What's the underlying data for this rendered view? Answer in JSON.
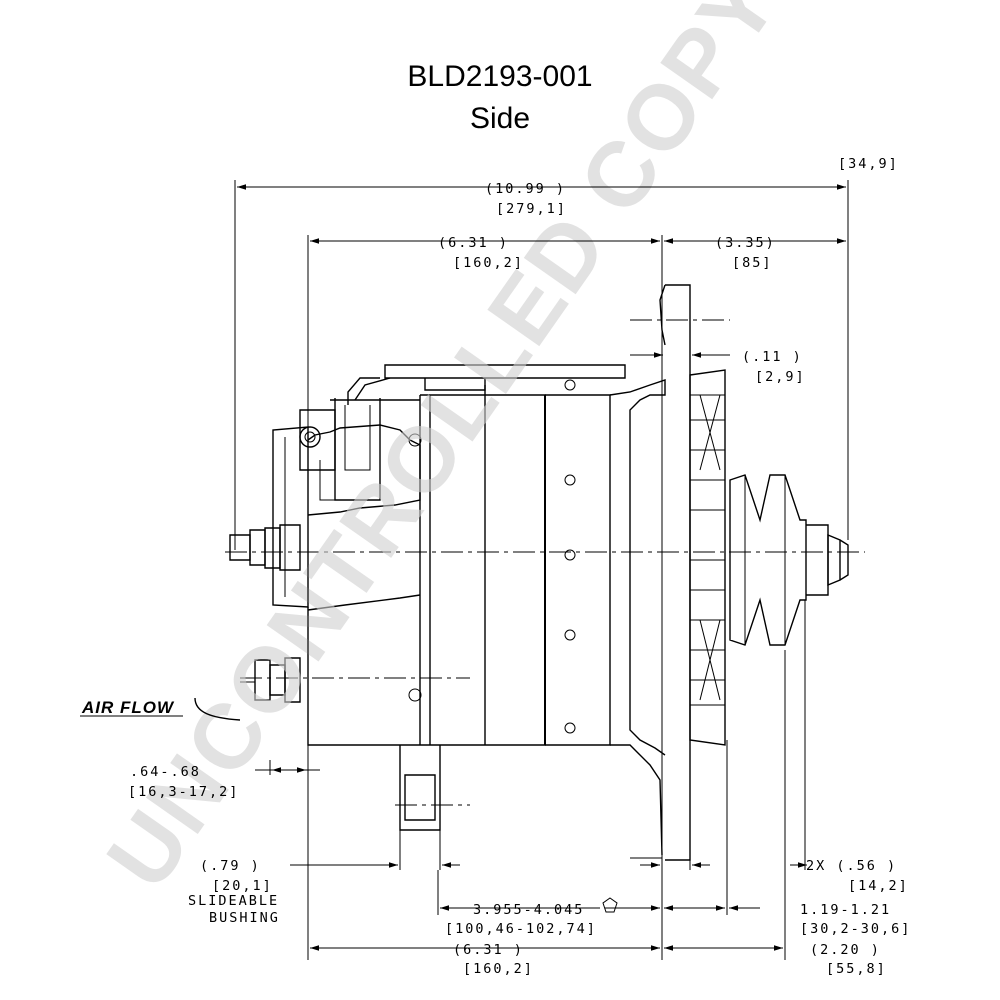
{
  "title": {
    "part_number": "BLD2193-001",
    "view": "Side"
  },
  "watermark": "UNCONTROLLED COPY",
  "air_flow_label": "AIR FLOW",
  "dimensions": {
    "overall_length": {
      "imperial": "(10.99    )",
      "metric": "[279,1]"
    },
    "body_to_pulley": {
      "imperial": "(6.31    )",
      "metric": "[160,2]"
    },
    "pulley_to_end": {
      "imperial": "(3.35)",
      "metric": "[85]"
    },
    "end_extension": {
      "metric": "[34,9]"
    },
    "small_gap": {
      "imperial": "(.11    )",
      "metric": "[2,9]"
    },
    "flange_thickness": {
      "imperial": ".64-.68",
      "metric": "[16,3-17,2]"
    },
    "bushing": {
      "imperial": "(.79    )",
      "metric": "[20,1]",
      "note_line1": "SLIDEABLE",
      "note_line2": "BUSHING"
    },
    "mount_span": {
      "imperial": "3.955-4.045",
      "metric": "[100,46-102,74]"
    },
    "groove_width": {
      "imperial": "2X (.56    )",
      "metric": "[14,2]"
    },
    "pulley_offset": {
      "imperial": "1.19-1.21",
      "metric": "[30,2-30,6]"
    },
    "bottom_length": {
      "imperial": "(6.31    )",
      "metric": "[160,2]"
    },
    "pulley_to_shaft": {
      "imperial": "(2.20    )",
      "metric": "[55,8]"
    }
  },
  "colors": {
    "line": "#000000",
    "watermark": "#cfcfcf",
    "background": "#ffffff"
  }
}
